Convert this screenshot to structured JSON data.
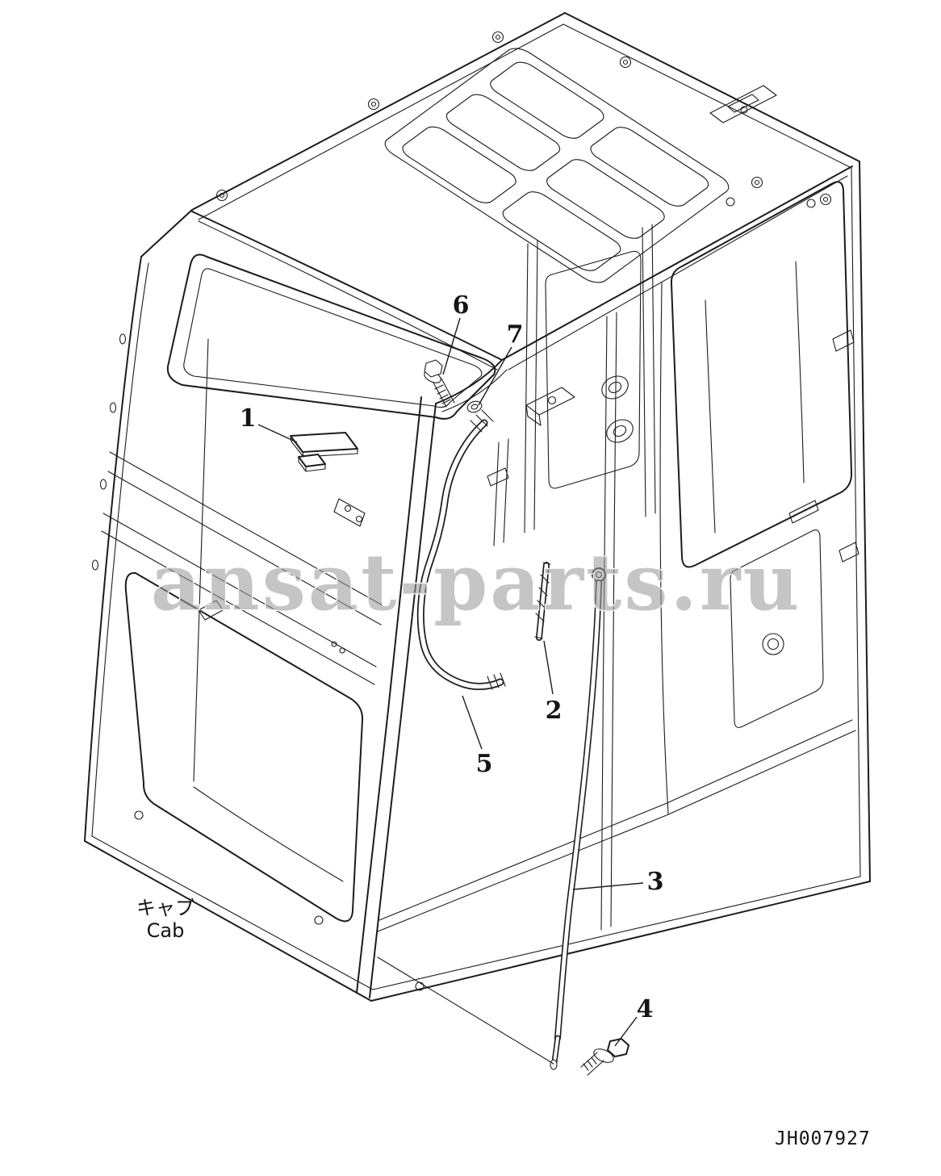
{
  "figure": {
    "watermark": "ansat-parts.ru",
    "drawing_number": "JH007927",
    "cab_label_jp": "キャブ",
    "cab_label_en": "Cab",
    "callouts": [
      {
        "label": "1"
      },
      {
        "label": "2"
      },
      {
        "label": "3"
      },
      {
        "label": "4"
      },
      {
        "label": "5"
      },
      {
        "label": "6"
      },
      {
        "label": "7"
      }
    ]
  },
  "colors": {
    "line": "#1c1c1c",
    "watermark": "#9b9b9b",
    "background": "#ffffff"
  }
}
